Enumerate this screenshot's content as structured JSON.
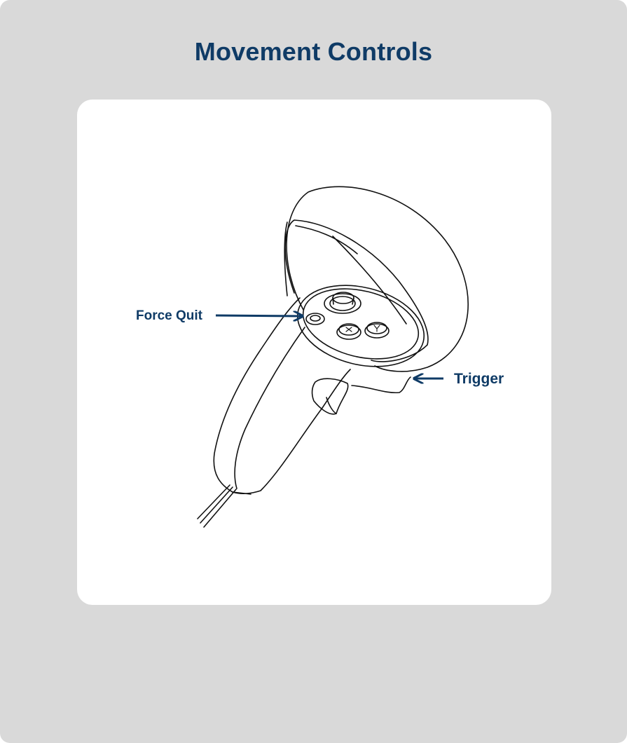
{
  "page": {
    "title": "Movement Controls"
  },
  "diagram": {
    "labels": {
      "force_quit": "Force Quit",
      "trigger": "Trigger"
    },
    "accent_color": "#0f3b66",
    "line_color": "#111111"
  }
}
